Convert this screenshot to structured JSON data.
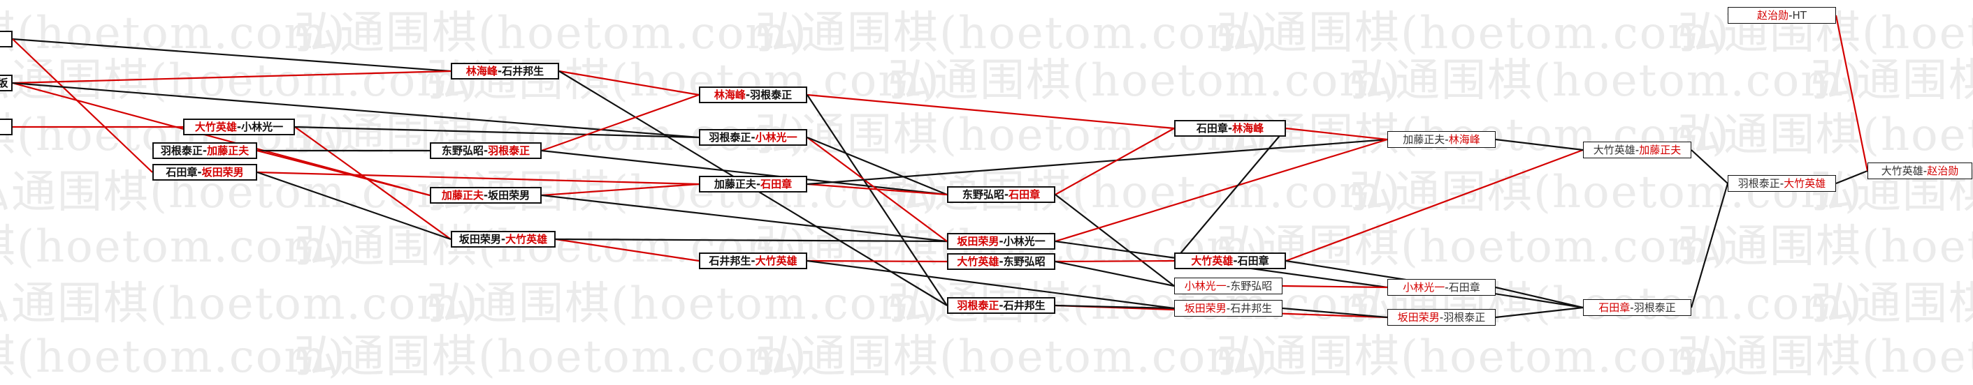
{
  "watermark": "弘通围棋(hoetom.com)",
  "colors": {
    "winner": "#d40000",
    "loser": "#111111",
    "edge_win": "#d40000",
    "edge_lose": "#111111",
    "watermark": "#ebebeb"
  },
  "stubs": [
    {
      "id": "s1",
      "label": ""
    },
    {
      "id": "s2",
      "label": "坂"
    },
    {
      "id": "s3",
      "label": ""
    }
  ],
  "matches": [
    {
      "id": "m1",
      "p1": "林海峰",
      "p2": "石井邦生",
      "w": 1
    },
    {
      "id": "m2",
      "p1": "大竹英雄",
      "p2": "小林光一",
      "w": 1
    },
    {
      "id": "m3",
      "p1": "羽根泰正",
      "p2": "加藤正夫",
      "w": 2
    },
    {
      "id": "m4",
      "p1": "石田章",
      "p2": "坂田荣男",
      "w": 2
    },
    {
      "id": "m5",
      "p1": "东野弘昭",
      "p2": "羽根泰正",
      "w": 2
    },
    {
      "id": "m6",
      "p1": "加藤正夫",
      "p2": "坂田荣男",
      "w": 1
    },
    {
      "id": "m7",
      "p1": "坂田荣男",
      "p2": "大竹英雄",
      "w": 2
    },
    {
      "id": "m8",
      "p1": "林海峰",
      "p2": "羽根泰正",
      "w": 1
    },
    {
      "id": "m9",
      "p1": "羽根泰正",
      "p2": "小林光一",
      "w": 2
    },
    {
      "id": "m10",
      "p1": "加藤正夫",
      "p2": "石田章",
      "w": 2
    },
    {
      "id": "m11",
      "p1": "石井邦生",
      "p2": "大竹英雄",
      "w": 2
    },
    {
      "id": "m12",
      "p1": "东野弘昭",
      "p2": "石田章",
      "w": 2
    },
    {
      "id": "m13",
      "p1": "坂田荣男",
      "p2": "小林光一",
      "w": 1
    },
    {
      "id": "m14",
      "p1": "大竹英雄",
      "p2": "东野弘昭",
      "w": 1
    },
    {
      "id": "m15",
      "p1": "羽根泰正",
      "p2": "石井邦生",
      "w": 1
    },
    {
      "id": "m16",
      "p1": "石田章",
      "p2": "林海峰",
      "w": 2
    },
    {
      "id": "m17",
      "p1": "大竹英雄",
      "p2": "石田章",
      "w": 1
    },
    {
      "id": "m18",
      "p1": "小林光一",
      "p2": "东野弘昭",
      "w": 1
    },
    {
      "id": "m19",
      "p1": "坂田荣男",
      "p2": "石井邦生",
      "w": 1
    },
    {
      "id": "m20",
      "p1": "加藤正夫",
      "p2": "林海峰",
      "w": 2
    },
    {
      "id": "m21",
      "p1": "小林光一",
      "p2": "石田章",
      "w": 1
    },
    {
      "id": "m22",
      "p1": "坂田荣男",
      "p2": "羽根泰正",
      "w": 1
    },
    {
      "id": "m23",
      "p1": "大竹英雄",
      "p2": "加藤正夫",
      "w": 2
    },
    {
      "id": "m24",
      "p1": "石田章",
      "p2": "羽根泰正",
      "w": 1
    },
    {
      "id": "m25",
      "p1": "羽根泰正",
      "p2": "大竹英雄",
      "w": 2
    },
    {
      "id": "m26",
      "p1": "赵治勋",
      "p2": "HT",
      "w": 1
    },
    {
      "id": "m27",
      "p1": "大竹英雄",
      "p2": "赵治勋",
      "w": 2
    }
  ],
  "edges": [
    {
      "from": "s1",
      "to": "m1",
      "win": false
    },
    {
      "from": "s1",
      "to": "m4",
      "win": true
    },
    {
      "from": "s2",
      "to": "m6",
      "win": true
    },
    {
      "from": "s2",
      "to": "m1",
      "win": true
    },
    {
      "from": "s2",
      "to": "m9",
      "win": false
    },
    {
      "from": "s3",
      "to": "m2",
      "win": true
    },
    {
      "from": "m1",
      "to": "m8",
      "win": true
    },
    {
      "from": "m1",
      "to": "m15",
      "win": false
    },
    {
      "from": "m2",
      "to": "m7",
      "win": true
    },
    {
      "from": "m2",
      "to": "m9",
      "win": false
    },
    {
      "from": "m3",
      "to": "m5",
      "win": false
    },
    {
      "from": "m3",
      "to": "m6",
      "win": true
    },
    {
      "from": "m4",
      "to": "m10",
      "win": true
    },
    {
      "from": "m4",
      "to": "m7",
      "win": false
    },
    {
      "from": "m5",
      "to": "m8",
      "win": true
    },
    {
      "from": "m5",
      "to": "m12",
      "win": false
    },
    {
      "from": "m6",
      "to": "m10",
      "win": true
    },
    {
      "from": "m6",
      "to": "m13",
      "win": false
    },
    {
      "from": "m7",
      "to": "m11",
      "win": true
    },
    {
      "from": "m7",
      "to": "m13",
      "win": false
    },
    {
      "from": "m8",
      "to": "m16",
      "win": true
    },
    {
      "from": "m8",
      "to": "m15",
      "win": false
    },
    {
      "from": "m9",
      "to": "m13",
      "win": true
    },
    {
      "from": "m9",
      "to": "m12",
      "win": false
    },
    {
      "from": "m10",
      "to": "m12",
      "win": true
    },
    {
      "from": "m10",
      "to": "m20",
      "win": false
    },
    {
      "from": "m11",
      "to": "m14",
      "win": true
    },
    {
      "from": "m11",
      "to": "m19",
      "win": false
    },
    {
      "from": "m12",
      "to": "m16",
      "win": true
    },
    {
      "from": "m12",
      "to": "m18",
      "win": false
    },
    {
      "from": "m13",
      "to": "m20",
      "win": true
    },
    {
      "from": "m13",
      "to": "m21",
      "win": false
    },
    {
      "from": "m14",
      "to": "m17",
      "win": true
    },
    {
      "from": "m14",
      "to": "m18",
      "win": false
    },
    {
      "from": "m15",
      "to": "m22",
      "win": true
    },
    {
      "from": "m15",
      "to": "m19",
      "win": false
    },
    {
      "from": "m16",
      "to": "m17",
      "win": false
    },
    {
      "from": "m16",
      "to": "m20",
      "win": true
    },
    {
      "from": "m17",
      "to": "m23",
      "win": true
    },
    {
      "from": "m17",
      "to": "m24",
      "win": false
    },
    {
      "from": "m18",
      "to": "m21",
      "win": true
    },
    {
      "from": "m19",
      "to": "m22",
      "win": false
    },
    {
      "from": "m20",
      "to": "m23",
      "win": false
    },
    {
      "from": "m21",
      "to": "m24",
      "win": false
    },
    {
      "from": "m22",
      "to": "m24",
      "win": false
    },
    {
      "from": "m23",
      "to": "m25",
      "win": false
    },
    {
      "from": "m24",
      "to": "m25",
      "win": false
    },
    {
      "from": "m25",
      "to": "m27",
      "win": false
    },
    {
      "from": "m26",
      "to": "m27",
      "win": true
    }
  ]
}
